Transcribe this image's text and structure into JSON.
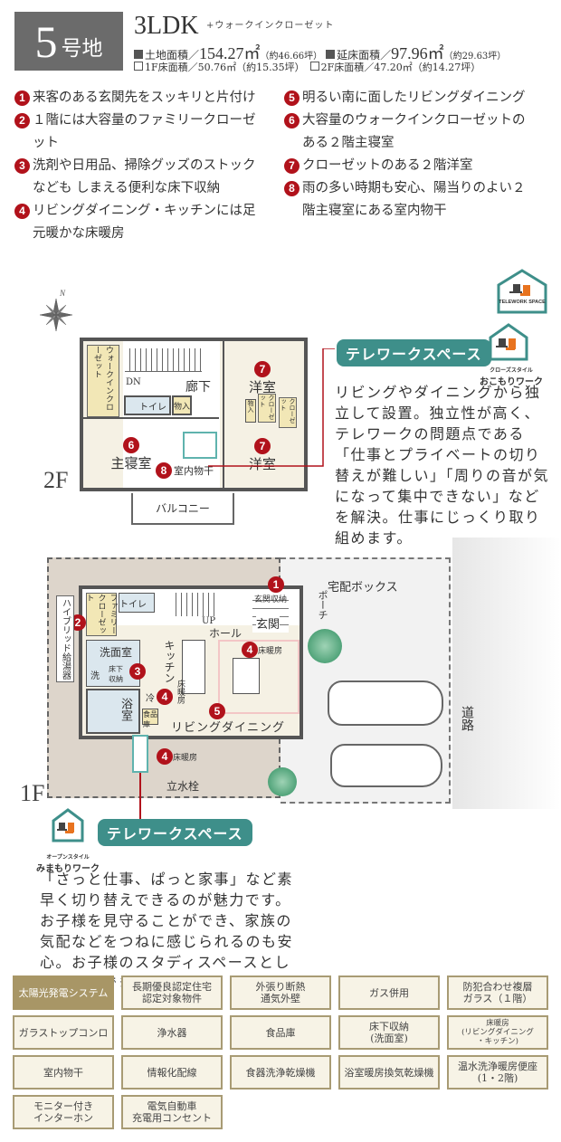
{
  "header": {
    "lot_number": "5",
    "lot_suffix": "号地",
    "plan_type": "3LDK",
    "plan_extra": "+ウォークインクローゼット",
    "land_area_label": "土地面積／",
    "land_area_value": "154.27㎡",
    "land_area_tsubo": "（約46.66坪）",
    "floor_area_label": "延床面積／",
    "floor_area_value": "97.96㎡",
    "floor_area_tsubo": "（約29.63坪）",
    "f1_area": "1F床面積／50.76㎡（約15.35坪）",
    "f2_area": "2F床面積／47.20㎡（約14.27坪）"
  },
  "features": [
    {
      "num": "1",
      "lines": [
        "来客のある玄関先をスッキリと片付け"
      ]
    },
    {
      "num": "2",
      "lines": [
        "１階には大容量のファミリークローゼ",
        "ット"
      ]
    },
    {
      "num": "3",
      "lines": [
        "洗剤や日用品、掃除グッズのストック",
        "なども しまえる便利な床下収納"
      ]
    },
    {
      "num": "4",
      "lines": [
        "リビングダイニング・キッチンには足",
        "元暖かな床暖房"
      ]
    },
    {
      "num": "5",
      "lines": [
        "明るい南に面したリビングダイニング"
      ]
    },
    {
      "num": "6",
      "lines": [
        "大容量のウォークインクローゼットの",
        "ある２階主寝室"
      ]
    },
    {
      "num": "7",
      "lines": [
        "クローゼットのある２階洋室"
      ]
    },
    {
      "num": "8",
      "lines": [
        "雨の多い時期も安心、陽当りのよい２",
        "階主寝室にある室内物干"
      ]
    }
  ],
  "floor2": {
    "label": "2F",
    "compass_label": "N",
    "rooms": {
      "walkin": "ウォークインクローゼット",
      "dn": "DN",
      "hallway": "廊下",
      "toilet": "トイレ",
      "storage1": "物入",
      "storage2": "物入",
      "closet1": "クローゼット",
      "closet2": "クローゼット",
      "western1": "洋室",
      "western2": "洋室",
      "master": "主寝室",
      "drying": "室内物干",
      "balcony": "バルコニー"
    },
    "pins": {
      "western1": "7",
      "western2": "7",
      "master": "6",
      "drying": "8"
    }
  },
  "telework_closed": {
    "tag": "テレワークスペース",
    "icon_text": "TELEWORK SPACE",
    "style_sub": "クローズスタイル",
    "style_main": "おこもりワーク",
    "description": "リビングやダイニングから独立して設置。独立性が高く、テレワークの問題点である「仕事とプライベートの切り替えが難しい」「周りの音が気になって集中できない」などを解決。仕事にじっくり取り組めます。"
  },
  "floor1": {
    "label": "1F",
    "rooms": {
      "family_closet": "ファミリークローゼット",
      "toilet": "トイレ",
      "up": "UP",
      "hall": "ホール",
      "entrance": "玄関",
      "entrance_storage": "玄関収納",
      "porch": "ポーチ",
      "delivery_box": "宅配ボックス",
      "washroom": "洗面室",
      "washer": "洗",
      "underfloor": "床下収納",
      "bath": "浴室",
      "kitchen": "キッチン",
      "floor_heat_k": "床暖房",
      "fridge": "冷",
      "pantry": "食品庫",
      "living": "リビングダイニング",
      "floor_heat_1": "床暖房",
      "floor_heat_2": "床暖房",
      "water_heater": "ハイブリッド給湯器",
      "faucet": "立水栓",
      "road": "道路"
    },
    "pins": {
      "entrance_storage": "1",
      "family_closet": "2",
      "underfloor": "3",
      "kitchen": "4",
      "living_heat": "4",
      "dining_heat": "4",
      "living": "5"
    }
  },
  "telework_open": {
    "tag": "テレワークスペース",
    "style_sub": "オープンスタイル",
    "style_main": "みまもりワーク",
    "description": "「さっと仕事、ぱっと家事」など素早く切り替えできるのが魅力です。お子様を見守ることができ、家族の気配などをつねに感じられるのも安心。お子様のスタディスペースとしても共用できます。"
  },
  "equipment": [
    {
      "label": "太陽光発電システム",
      "active": true
    },
    {
      "label": "長期優良認定住宅\n認定対象物件",
      "active": false
    },
    {
      "label": "外張り断熱\n通気外壁",
      "active": false
    },
    {
      "label": "ガス併用",
      "active": false
    },
    {
      "label": "防犯合わせ複層\nガラス（１階）",
      "active": false
    },
    {
      "label": "ガラストップコンロ",
      "active": false
    },
    {
      "label": "浄水器",
      "active": false
    },
    {
      "label": "食品庫",
      "active": false
    },
    {
      "label": "床下収納\n(洗面室)",
      "active": false
    },
    {
      "label": "床暖房\n(リビングダイニング\n・キッチン)",
      "active": false,
      "tiny": true
    },
    {
      "label": "室内物干",
      "active": false
    },
    {
      "label": "情報化配線",
      "active": false
    },
    {
      "label": "食器洗浄乾燥機",
      "active": false
    },
    {
      "label": "浴室暖房換気乾燥機",
      "active": false
    },
    {
      "label": "温水洗浄暖房便座\n(1・2階)",
      "active": false
    },
    {
      "label": "モニター付き\nインターホン",
      "active": false
    },
    {
      "label": "電気自動車\n充電用コンセント",
      "active": false
    }
  ],
  "colors": {
    "accent_red": "#b1121b",
    "teal": "#3e8f8a",
    "badge_gray": "#6b6b6b",
    "equip_gold": "#a89666",
    "orange": "#e8731f"
  }
}
